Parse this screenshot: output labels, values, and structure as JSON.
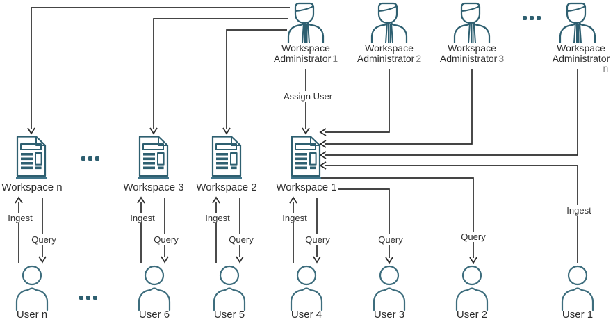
{
  "colors": {
    "icon-teal": "#2e5f70",
    "user-teal": "#3d6d7d",
    "line-dark": "#2b2b2b",
    "text-dark": "#2e2e2e",
    "number-gray": "#7d7d7d"
  },
  "icons": {
    "administrator": "admin-person-icon",
    "workspace": "document-icon",
    "user": "person-icon",
    "more": "ellipsis-icon",
    "connector": "arrow-icon"
  },
  "administrators": [
    {
      "line1": "Workspace",
      "line2": "Administrator",
      "suffix": "1"
    },
    {
      "line1": "Workspace",
      "line2": "Administrator",
      "suffix": "2"
    },
    {
      "line1": "Workspace",
      "line2": "Administrator",
      "suffix": "3"
    },
    {
      "line1": "Workspace",
      "line2": "Administrator",
      "suffix": "n"
    }
  ],
  "workspaces": [
    {
      "label": "Workspace n"
    },
    {
      "label": "Workspace 3"
    },
    {
      "label": "Workspace 2"
    },
    {
      "label": "Workspace 1"
    }
  ],
  "users": [
    {
      "label": "User n"
    },
    {
      "label": "User 6"
    },
    {
      "label": "User 5"
    },
    {
      "label": "User 4"
    },
    {
      "label": "User 3"
    },
    {
      "label": "User 2"
    },
    {
      "label": "User 1"
    }
  ],
  "edge_labels": {
    "assign_user": "Assign User",
    "ingest": "Ingest",
    "query": "Query"
  }
}
